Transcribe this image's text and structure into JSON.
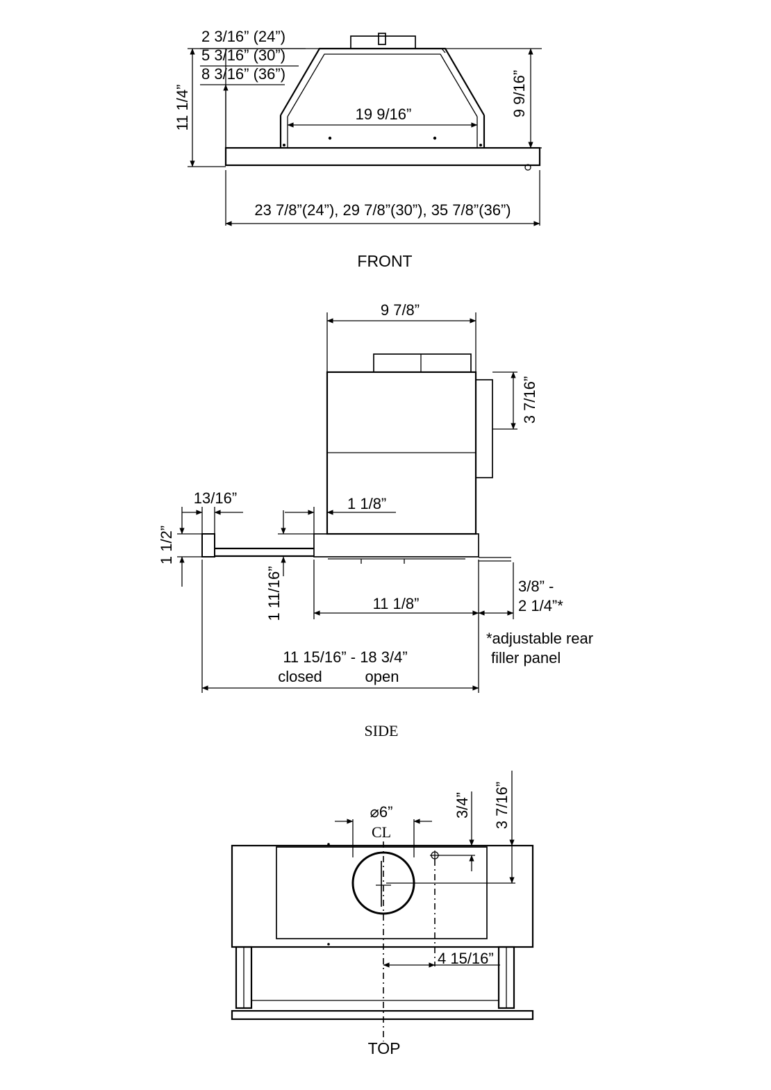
{
  "views": {
    "front": {
      "label": "FRONT",
      "dims": {
        "inset_24": "2 3/16” (24”)",
        "inset_30": "5 3/16” (30”)",
        "inset_36": "8 3/16” (36”)",
        "total_height": "11 1/4”",
        "inner_width": "19 9/16”",
        "body_height": "9 9/16”",
        "overall_width": "23 7/8”(24”), 29 7/8”(30”), 35 7/8”(36”)"
      }
    },
    "side": {
      "label": "SIDE",
      "dims": {
        "depth": "9 7/8”",
        "vent_height": "3 7/16”",
        "visor_thickness": "13/16”",
        "rail_offset": "1 1/8”",
        "visor_height": "1 1/2”",
        "rail_drop": "1 11/16”",
        "base_depth": "11 1/8”",
        "filler_range_a": "3/8” -",
        "filler_range_b": "2 1/4”*",
        "filler_note_a": "*adjustable rear",
        "filler_note_b": "filler panel",
        "extension_range": "11 15/16” - 18 3/4”",
        "closed_label": "closed",
        "open_label": "open"
      }
    },
    "top": {
      "label": "TOP",
      "dims": {
        "duct_diameter": "⌀6”",
        "centerline": "CL",
        "offset_small": "3/4”",
        "offset_depth": "3 7/16”",
        "offset_lateral": "4 15/16”"
      }
    }
  }
}
